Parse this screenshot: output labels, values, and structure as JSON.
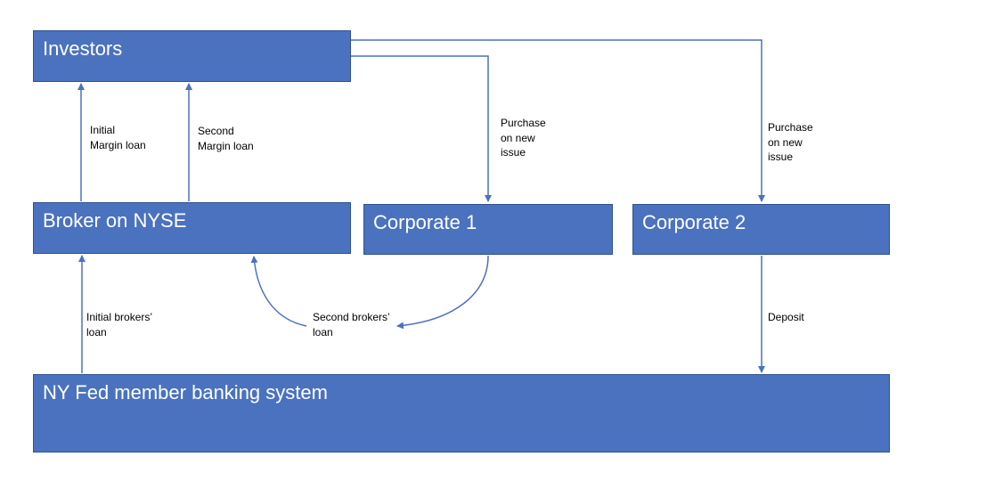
{
  "nodes": {
    "investors": "Investors",
    "broker": "Broker on NYSE",
    "corporate1": "Corporate 1",
    "corporate2": "Corporate 2",
    "nyfed": "NY Fed member banking system"
  },
  "edges": {
    "initial_margin_loan": "Initial\nMargin loan",
    "second_margin_loan": "Second\nMargin loan",
    "purchase_1": "Purchase\non new\nissue",
    "purchase_2": "Purchase\non new\nissue",
    "initial_brokers_loan": "Initial brokers’\nloan",
    "second_brokers_loan": "Second brokers’\nloan",
    "deposit": "Deposit"
  },
  "colors": {
    "box_fill": "#4a72bf",
    "box_border": "#2f528f",
    "arrow": "#4a72bf"
  }
}
